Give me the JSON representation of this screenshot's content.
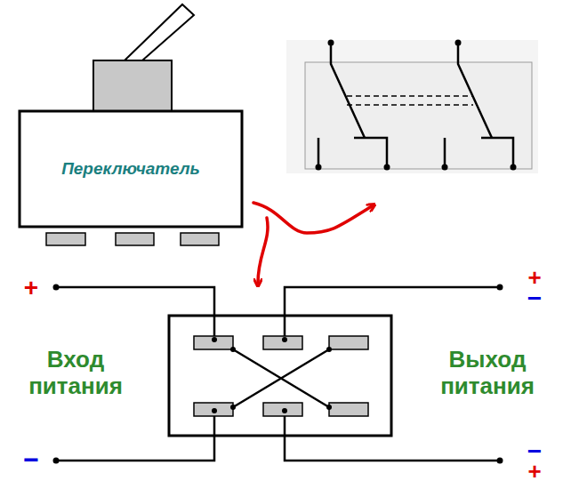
{
  "diagram": {
    "nodes": [
      {
        "text": [
          "Переключатель"
        ]
      }
    ],
    "labels": [
      "+",
      "−",
      "+",
      "−",
      "−",
      "+",
      "Вход питания",
      "Выход питания"
    ]
  }
}
